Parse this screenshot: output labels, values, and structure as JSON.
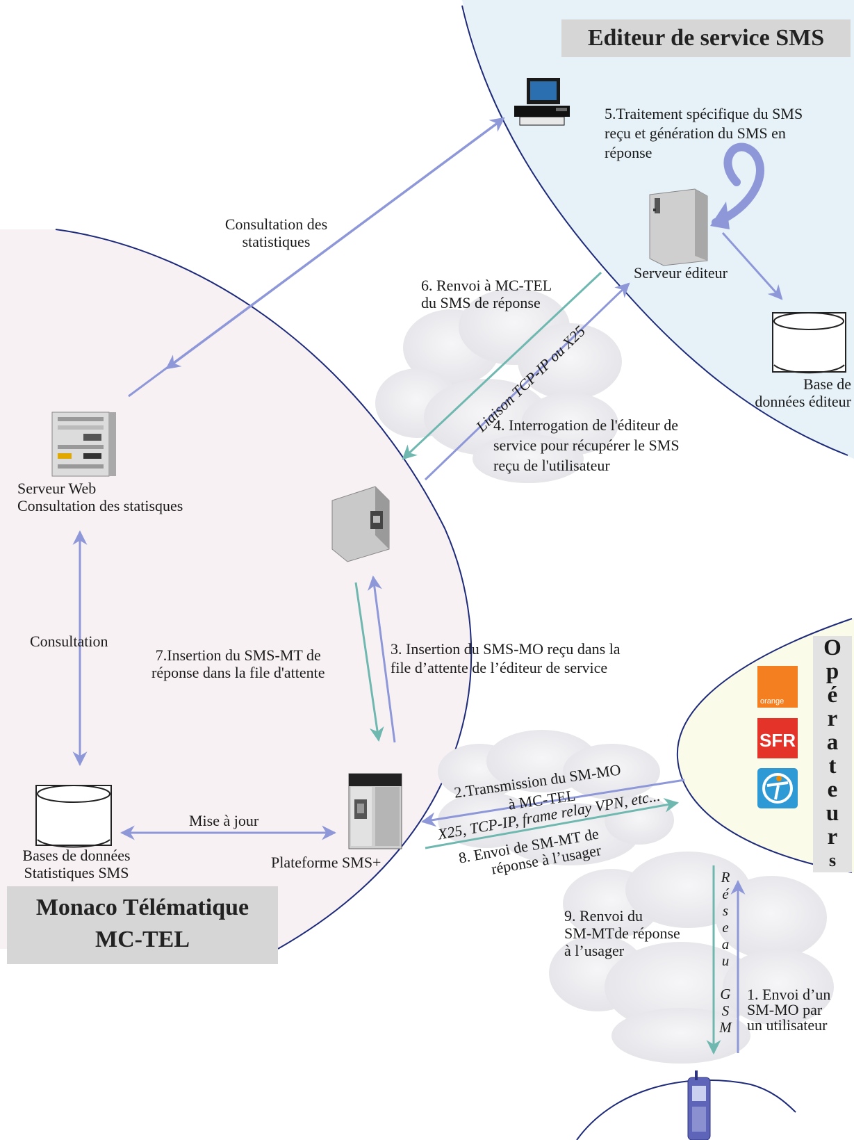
{
  "regions": {
    "editeur_title": "Editeur de service SMS",
    "mctel_title_line1": "Monaco Télématique",
    "mctel_title_line2": "MC-TEL",
    "operators_letters": [
      "O",
      "p",
      "é",
      "r",
      "a",
      "t",
      "e",
      "u",
      "r",
      "s"
    ],
    "reseau_gsm_letters_top": [
      "R",
      "é",
      "s",
      "e",
      "a",
      "u"
    ],
    "reseau_gsm_letters_bottom": [
      "G",
      "S",
      "M"
    ]
  },
  "nodes": {
    "serveur_editeur": "Serveur éditeur",
    "base_editeur": "Base de\ndonnées éditeur",
    "serveur_web": "Serveur Web\nConsultation des statisques",
    "plateforme": "Plateforme SMS+",
    "bases_stats": "Bases de données\nStatistiques SMS"
  },
  "operators": {
    "orange": "orange",
    "sfr": "SFR",
    "bouygues": "bouygues-logo"
  },
  "edge_labels": {
    "consultation_stats": "Consultation des\nstatistiques",
    "step5": "5.Traitement spécifique du SMS\nreçu et génération du SMS en\nréponse",
    "step6": "6. Renvoi à MC-TEL\ndu SMS de réponse",
    "liaison": "Liaison TCP-IP ou X25",
    "step4": "4. Interrogation de l'éditeur de\nservice pour récupérer le SMS\nreçu de l'utilisateur",
    "consultation": "Consultation",
    "step7": "7.Insertion du SMS-MT de\nréponse dans la file d'attente",
    "step3": "3. Insertion du SMS-MO reçu dans la\nfile d’attente de l’éditeur de service",
    "mise_a_jour": "Mise à jour",
    "step2_line1": "2.Transmission du SM-MO",
    "step2_line2": "à MC-TEL",
    "x25": "X25, TCP-IP, frame relay VPN, etc...",
    "step8_line1": "8. Envoi de SM-MT de",
    "step8_line2": "réponse à l’usager",
    "step9": "9. Renvoi du\nSM-MTde réponse\nà l’usager",
    "step1": "1. Envoi d’un\nSM-MO par\nun utilisateur"
  },
  "colors": {
    "editeur_zone": "#e6f2f8",
    "mctel_zone": "#f8f1f4",
    "operators_zone": "#fbfbe9",
    "boundary": "#1d2a7a",
    "arrow_blue": "#8e98d8",
    "arrow_teal": "#6fb8b0",
    "cloud": "#ececf0",
    "title_box": "#d6d6d6"
  }
}
